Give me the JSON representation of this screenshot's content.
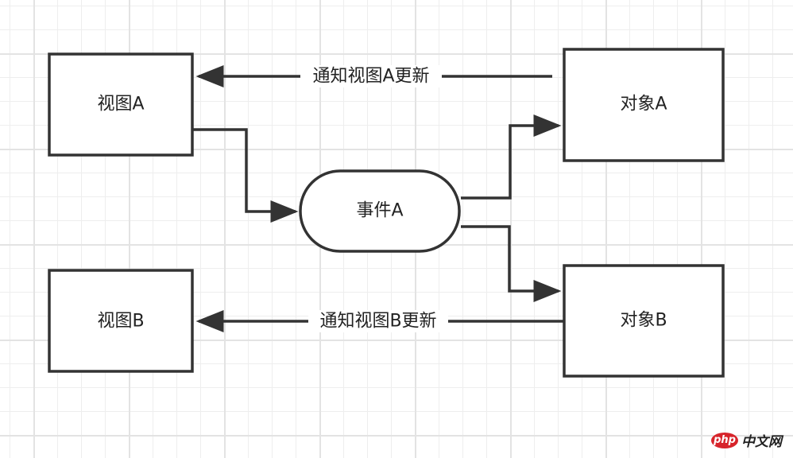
{
  "diagram": {
    "nodes": {
      "view_a": {
        "label": "视图A",
        "shape": "rectangle"
      },
      "view_b": {
        "label": "视图B",
        "shape": "rectangle"
      },
      "event_a": {
        "label": "事件A",
        "shape": "rounded-terminator"
      },
      "object_a": {
        "label": "对象A",
        "shape": "rectangle"
      },
      "object_b": {
        "label": "对象B",
        "shape": "rectangle"
      }
    },
    "edges": [
      {
        "from": "view_a",
        "to": "event_a",
        "label": ""
      },
      {
        "from": "event_a",
        "to": "object_a",
        "label": ""
      },
      {
        "from": "event_a",
        "to": "object_b",
        "label": ""
      },
      {
        "from": "object_a",
        "to": "view_a",
        "label": "通知视图A更新"
      },
      {
        "from": "object_b",
        "to": "view_b",
        "label": "通知视图B更新"
      }
    ],
    "colors": {
      "stroke": "#333333",
      "text": "#222222",
      "grid": "#e8e8e8"
    }
  },
  "watermark": {
    "badge": "php",
    "text": "中文网",
    "color": "#d7242b"
  }
}
